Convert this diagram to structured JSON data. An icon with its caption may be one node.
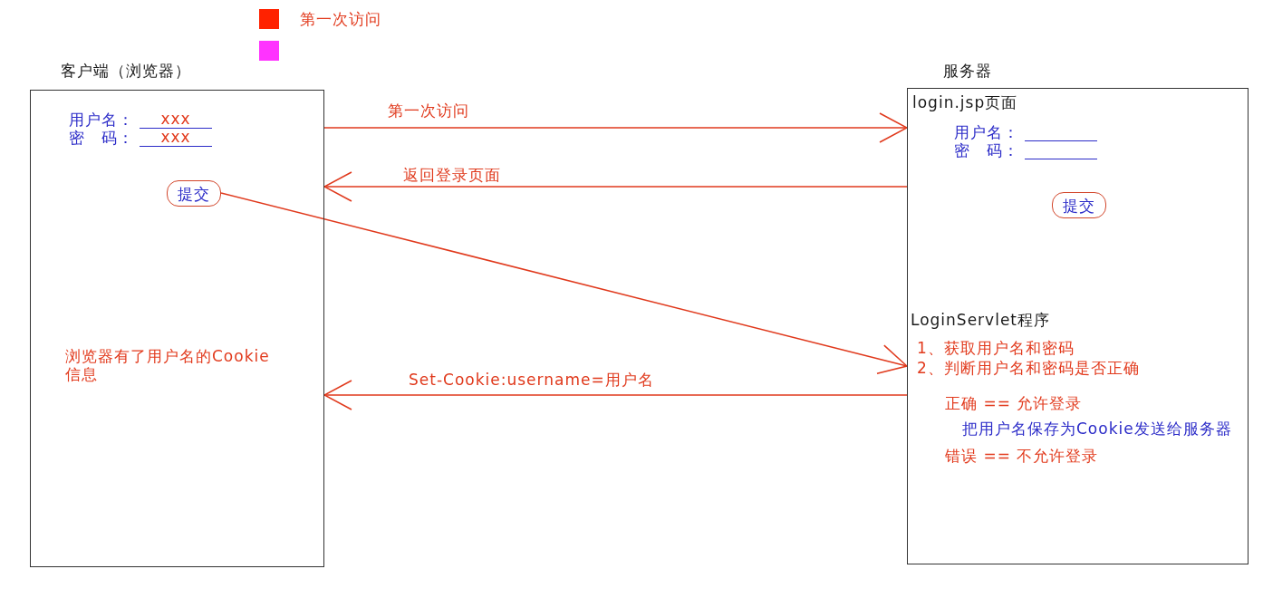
{
  "diagram": {
    "nodes": [
      {
        "text": [],
        "shape": "box"
      },
      {
        "text": [
          "客户端（浏览器）",
          "用户名：",
          "xxx",
          "密　码：",
          "xxx",
          "浏览器有了用户名的Cookie信息"
        ]
      },
      {
        "text": [
          "提交"
        ],
        "in": 1
      },
      {
        "text": [
          "服务器",
          "login.jsp页面",
          "用户名：",
          "密　码：",
          "LoginServlet程序",
          "1、获取用户名和密码",
          "2、判断用户名和密码是否正确",
          "正确 == 允许登录",
          "把用户名保存为Cookie发送给服务器",
          "错误 == 不允许登录"
        ]
      },
      {
        "text": [
          "提交"
        ],
        "in": 3
      }
    ],
    "edges": [
      {
        "from": 1,
        "to": 3,
        "arrow": "to",
        "label": "第一次访问"
      },
      {
        "from": 3,
        "to": 1,
        "arrow": "to",
        "label": "返回登录页面"
      },
      {
        "from": 2,
        "to": 3,
        "arrow": "to"
      },
      {
        "from": 3,
        "to": 1,
        "arrow": "to",
        "label": "Set-Cookie:username=用户名"
      }
    ],
    "legend": [
      {
        "text": "第一次访问",
        "color": "#ff2200"
      }
    ]
  }
}
